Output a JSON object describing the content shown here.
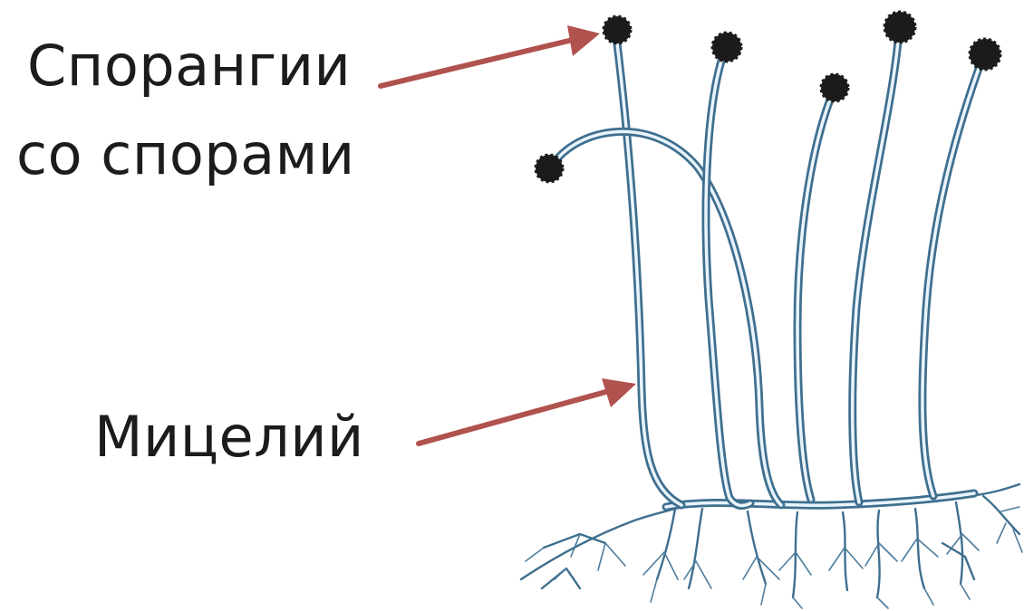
{
  "labels": {
    "sporangia_line1": "Спорангии",
    "sporangia_line2": "со спорами",
    "mycelium": "Мицелий"
  },
  "colors": {
    "background": "#ffffff",
    "text": "#1c1c1c",
    "arrow": "#b0524e",
    "hypha_outline": "#3f6f8f",
    "hypha_fill": "#e9f4fb",
    "sporangium": "#1b1b1b"
  }
}
